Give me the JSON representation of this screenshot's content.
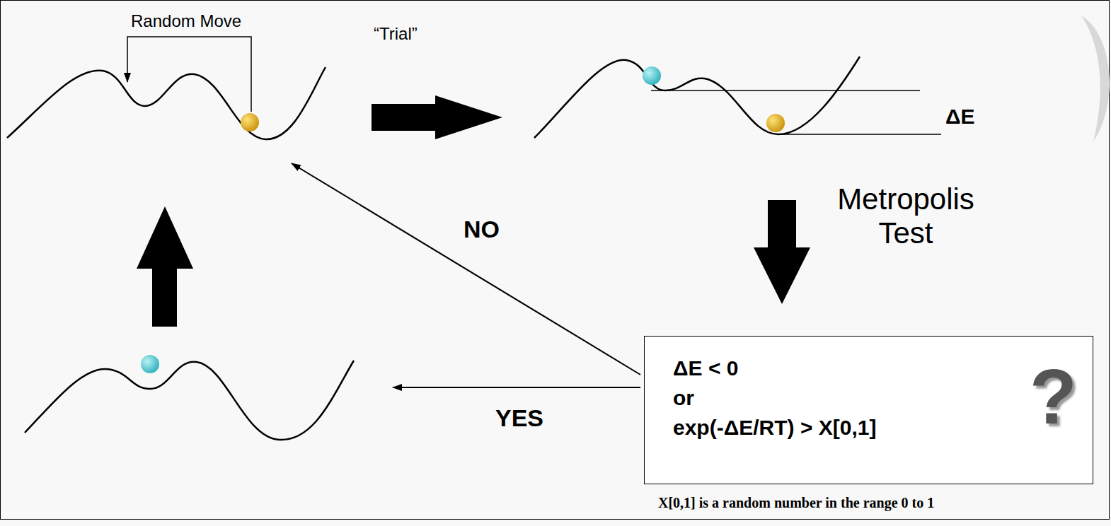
{
  "diagram": {
    "nodes": [
      {
        "text": [
          "ΔE < 0",
          "or",
          "exp(-ΔE/RT) > X[0,1]",
          "?"
        ]
      }
    ],
    "labels": [
      "Random Move",
      "“Trial”",
      "ΔE",
      "Metropolis Test",
      "NO",
      "YES",
      "X[0,1] is a random number in the range 0 to 1"
    ]
  }
}
